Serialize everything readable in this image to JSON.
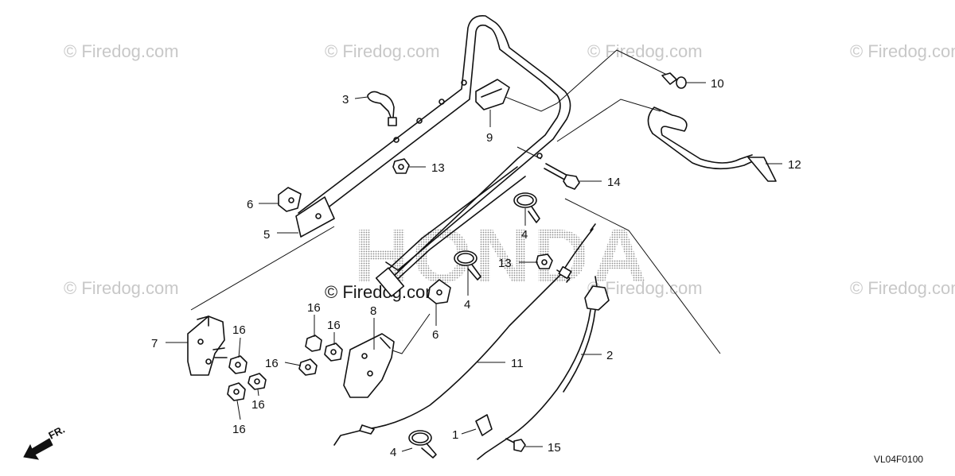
{
  "watermark_text": "© Firedog.com",
  "brand_text": "HONDA",
  "diagram_code": "VL04F0100",
  "front_indicator": "FR.",
  "callouts": {
    "c1": "1",
    "c2": "2",
    "c3": "3",
    "c4a": "4",
    "c4b": "4",
    "c4c": "4",
    "c5": "5",
    "c6a": "6",
    "c6b": "6",
    "c7": "7",
    "c8": "8",
    "c9": "9",
    "c10": "10",
    "c11": "11",
    "c12": "12",
    "c13a": "13",
    "c13b": "13",
    "c14": "14",
    "c15": "15",
    "c16a": "16",
    "c16b": "16",
    "c16c": "16",
    "c16d": "16",
    "c16e": "16",
    "c16f": "16"
  }
}
